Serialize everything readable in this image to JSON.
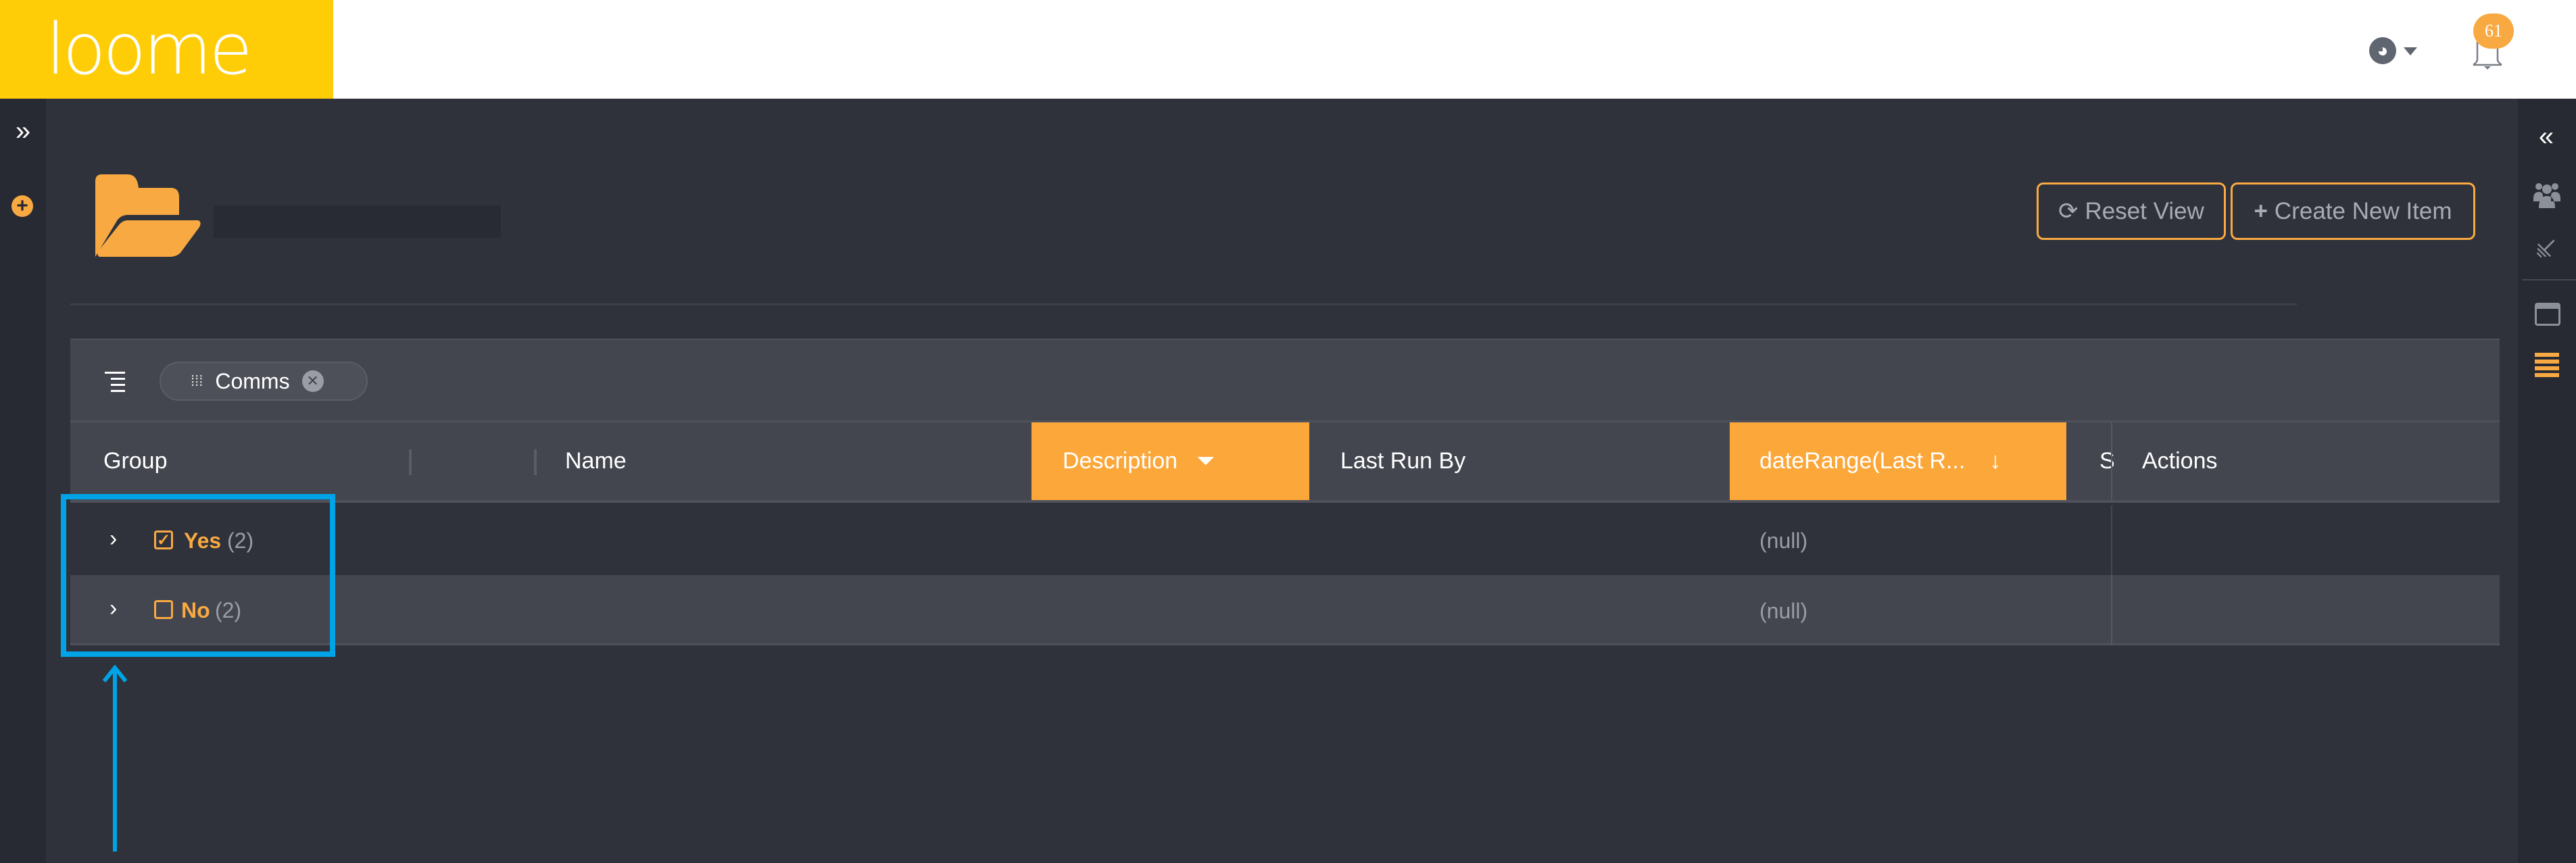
{
  "header": {
    "logo_text": "loome",
    "notifications_count": "61"
  },
  "page": {
    "reset_view_label": "Reset View",
    "create_new_item_label": "Create New Item"
  },
  "grid": {
    "group_chip": "Comms",
    "columns": [
      "Group",
      "",
      "Name",
      "Description",
      "Last Run By",
      "dateRange(Last R...",
      "S",
      "Actions"
    ],
    "rows": [
      {
        "label": "Yes",
        "count": "(2)",
        "checked": true,
        "date_range": "(null)"
      },
      {
        "label": "No",
        "count": "(2)",
        "checked": false,
        "date_range": "(null)"
      }
    ]
  },
  "colors": {
    "accent": "#fca73a",
    "logo_bg": "#ffcd07",
    "highlight": "#00a3e6"
  }
}
